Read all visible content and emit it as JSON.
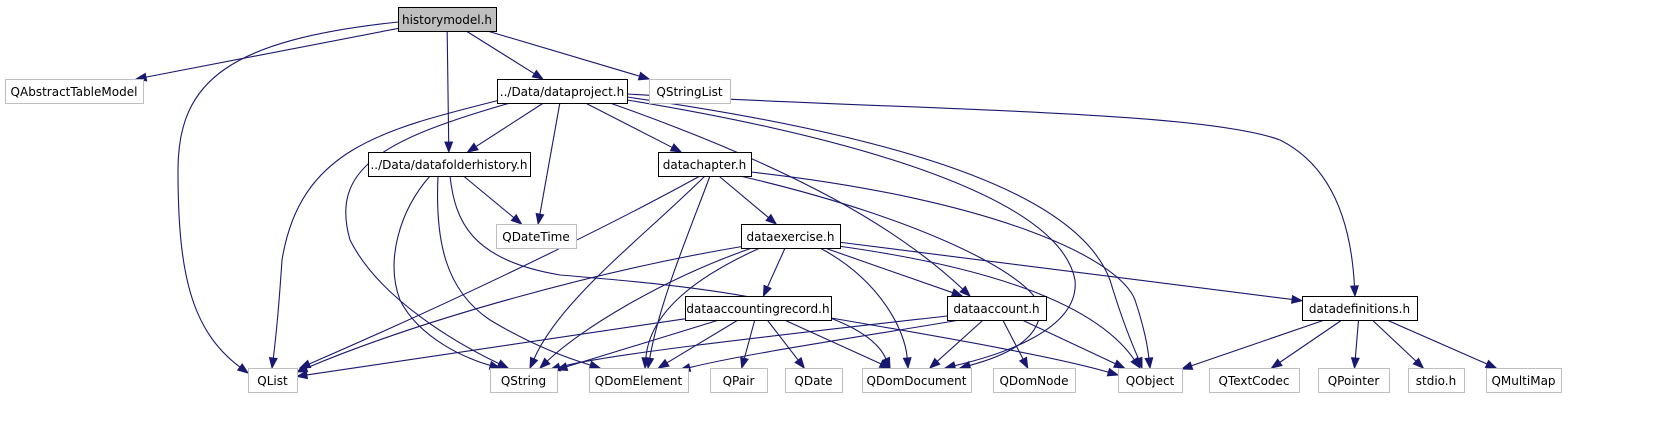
{
  "diagram": {
    "title": "",
    "colors": {
      "edge": "#191970",
      "root_fill": "#bfbfbf",
      "documented_border": "#000000",
      "external_border": "#bfbfbf",
      "background": "#ffffff"
    },
    "nodes": [
      {
        "id": "historymodel",
        "label": "historymodel.h",
        "kind": "root"
      },
      {
        "id": "qabstracttablemodel",
        "label": "QAbstractTableModel",
        "kind": "external"
      },
      {
        "id": "dataproject",
        "label": "../Data/dataproject.h",
        "kind": "documented"
      },
      {
        "id": "qstringlist",
        "label": "QStringList",
        "kind": "external"
      },
      {
        "id": "datafolderhistory",
        "label": "../Data/datafolderhistory.h",
        "kind": "documented"
      },
      {
        "id": "datachapter",
        "label": "datachapter.h",
        "kind": "documented"
      },
      {
        "id": "qdatetime",
        "label": "QDateTime",
        "kind": "external"
      },
      {
        "id": "dataexercise",
        "label": "dataexercise.h",
        "kind": "documented"
      },
      {
        "id": "dataaccountingrecord",
        "label": "dataaccountingrecord.h",
        "kind": "documented"
      },
      {
        "id": "dataaccount",
        "label": "dataaccount.h",
        "kind": "documented"
      },
      {
        "id": "datadefinitions",
        "label": "datadefinitions.h",
        "kind": "documented"
      },
      {
        "id": "qlist",
        "label": "QList",
        "kind": "external"
      },
      {
        "id": "qstring",
        "label": "QString",
        "kind": "external"
      },
      {
        "id": "qdomelement",
        "label": "QDomElement",
        "kind": "external"
      },
      {
        "id": "qpair",
        "label": "QPair",
        "kind": "external"
      },
      {
        "id": "qdate",
        "label": "QDate",
        "kind": "external"
      },
      {
        "id": "qdomdocument",
        "label": "QDomDocument",
        "kind": "external"
      },
      {
        "id": "qdomnode",
        "label": "QDomNode",
        "kind": "external"
      },
      {
        "id": "qobject",
        "label": "QObject",
        "kind": "external"
      },
      {
        "id": "qtextcodec",
        "label": "QTextCodec",
        "kind": "external"
      },
      {
        "id": "qpointer",
        "label": "QPointer",
        "kind": "external"
      },
      {
        "id": "stdio",
        "label": "stdio.h",
        "kind": "external"
      },
      {
        "id": "qmultimap",
        "label": "QMultiMap",
        "kind": "external"
      }
    ],
    "edges": [
      {
        "from": "historymodel",
        "to": "qabstracttablemodel"
      },
      {
        "from": "historymodel",
        "to": "qlist"
      },
      {
        "from": "historymodel",
        "to": "datafolderhistory"
      },
      {
        "from": "historymodel",
        "to": "dataproject"
      },
      {
        "from": "historymodel",
        "to": "qstringlist"
      },
      {
        "from": "dataproject",
        "to": "qlist"
      },
      {
        "from": "dataproject",
        "to": "qstring"
      },
      {
        "from": "dataproject",
        "to": "datafolderhistory"
      },
      {
        "from": "dataproject",
        "to": "qdatetime"
      },
      {
        "from": "dataproject",
        "to": "datachapter"
      },
      {
        "from": "dataproject",
        "to": "dataaccount"
      },
      {
        "from": "dataproject",
        "to": "qdomdocument"
      },
      {
        "from": "dataproject",
        "to": "qobject"
      },
      {
        "from": "dataproject",
        "to": "datadefinitions"
      },
      {
        "from": "datafolderhistory",
        "to": "qdatetime"
      },
      {
        "from": "datafolderhistory",
        "to": "qstring"
      },
      {
        "from": "datafolderhistory",
        "to": "qdomelement"
      },
      {
        "from": "datafolderhistory",
        "to": "qdomdocument"
      },
      {
        "from": "datachapter",
        "to": "dataexercise"
      },
      {
        "from": "datachapter",
        "to": "qlist"
      },
      {
        "from": "datachapter",
        "to": "qstring"
      },
      {
        "from": "datachapter",
        "to": "qdomelement"
      },
      {
        "from": "datachapter",
        "to": "qdomdocument"
      },
      {
        "from": "datachapter",
        "to": "qobject"
      },
      {
        "from": "dataexercise",
        "to": "dataaccountingrecord"
      },
      {
        "from": "dataexercise",
        "to": "dataaccount"
      },
      {
        "from": "dataexercise",
        "to": "datadefinitions"
      },
      {
        "from": "dataexercise",
        "to": "qlist"
      },
      {
        "from": "dataexercise",
        "to": "qstring"
      },
      {
        "from": "dataexercise",
        "to": "qdomelement"
      },
      {
        "from": "dataexercise",
        "to": "qdomdocument"
      },
      {
        "from": "dataexercise",
        "to": "qobject"
      },
      {
        "from": "dataaccountingrecord",
        "to": "qlist"
      },
      {
        "from": "dataaccountingrecord",
        "to": "qstring"
      },
      {
        "from": "dataaccountingrecord",
        "to": "qdomelement"
      },
      {
        "from": "dataaccountingrecord",
        "to": "qpair"
      },
      {
        "from": "dataaccountingrecord",
        "to": "qdate"
      },
      {
        "from": "dataaccountingrecord",
        "to": "qdomdocument"
      },
      {
        "from": "dataaccountingrecord",
        "to": "qobject"
      },
      {
        "from": "dataaccount",
        "to": "qstring"
      },
      {
        "from": "dataaccount",
        "to": "qdomelement"
      },
      {
        "from": "dataaccount",
        "to": "qdomdocument"
      },
      {
        "from": "dataaccount",
        "to": "qdomnode"
      },
      {
        "from": "dataaccount",
        "to": "qobject"
      },
      {
        "from": "datadefinitions",
        "to": "qobject"
      },
      {
        "from": "datadefinitions",
        "to": "qtextcodec"
      },
      {
        "from": "datadefinitions",
        "to": "qpointer"
      },
      {
        "from": "datadefinitions",
        "to": "stdio"
      },
      {
        "from": "datadefinitions",
        "to": "qmultimap"
      }
    ]
  }
}
